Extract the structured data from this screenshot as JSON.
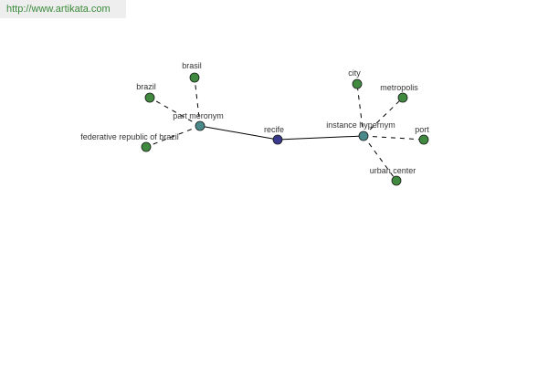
{
  "header": {
    "url": "http://www.artikata.com"
  },
  "colors": {
    "center_node": "#3a3a8c",
    "relation_node": "#4a8a8a",
    "leaf_node": "#3f8a3f",
    "node_stroke": "#1a1a1a"
  },
  "graph": {
    "center": {
      "id": "recife",
      "label": "recife"
    },
    "relations": [
      {
        "id": "part-meronym",
        "label": "part meronym"
      },
      {
        "id": "instance-hypernym",
        "label": "instance hypernym"
      }
    ],
    "leaves": [
      {
        "id": "brasil",
        "label": "brasil",
        "relation": "part-meronym"
      },
      {
        "id": "brazil",
        "label": "brazil",
        "relation": "part-meronym"
      },
      {
        "id": "federative-republic-of-brazil",
        "label": "federative republic of brazil",
        "relation": "part-meronym"
      },
      {
        "id": "city",
        "label": "city",
        "relation": "instance-hypernym"
      },
      {
        "id": "metropolis",
        "label": "metropolis",
        "relation": "instance-hypernym"
      },
      {
        "id": "port",
        "label": "port",
        "relation": "instance-hypernym"
      },
      {
        "id": "urban-center",
        "label": "urban center",
        "relation": "instance-hypernym"
      }
    ]
  }
}
